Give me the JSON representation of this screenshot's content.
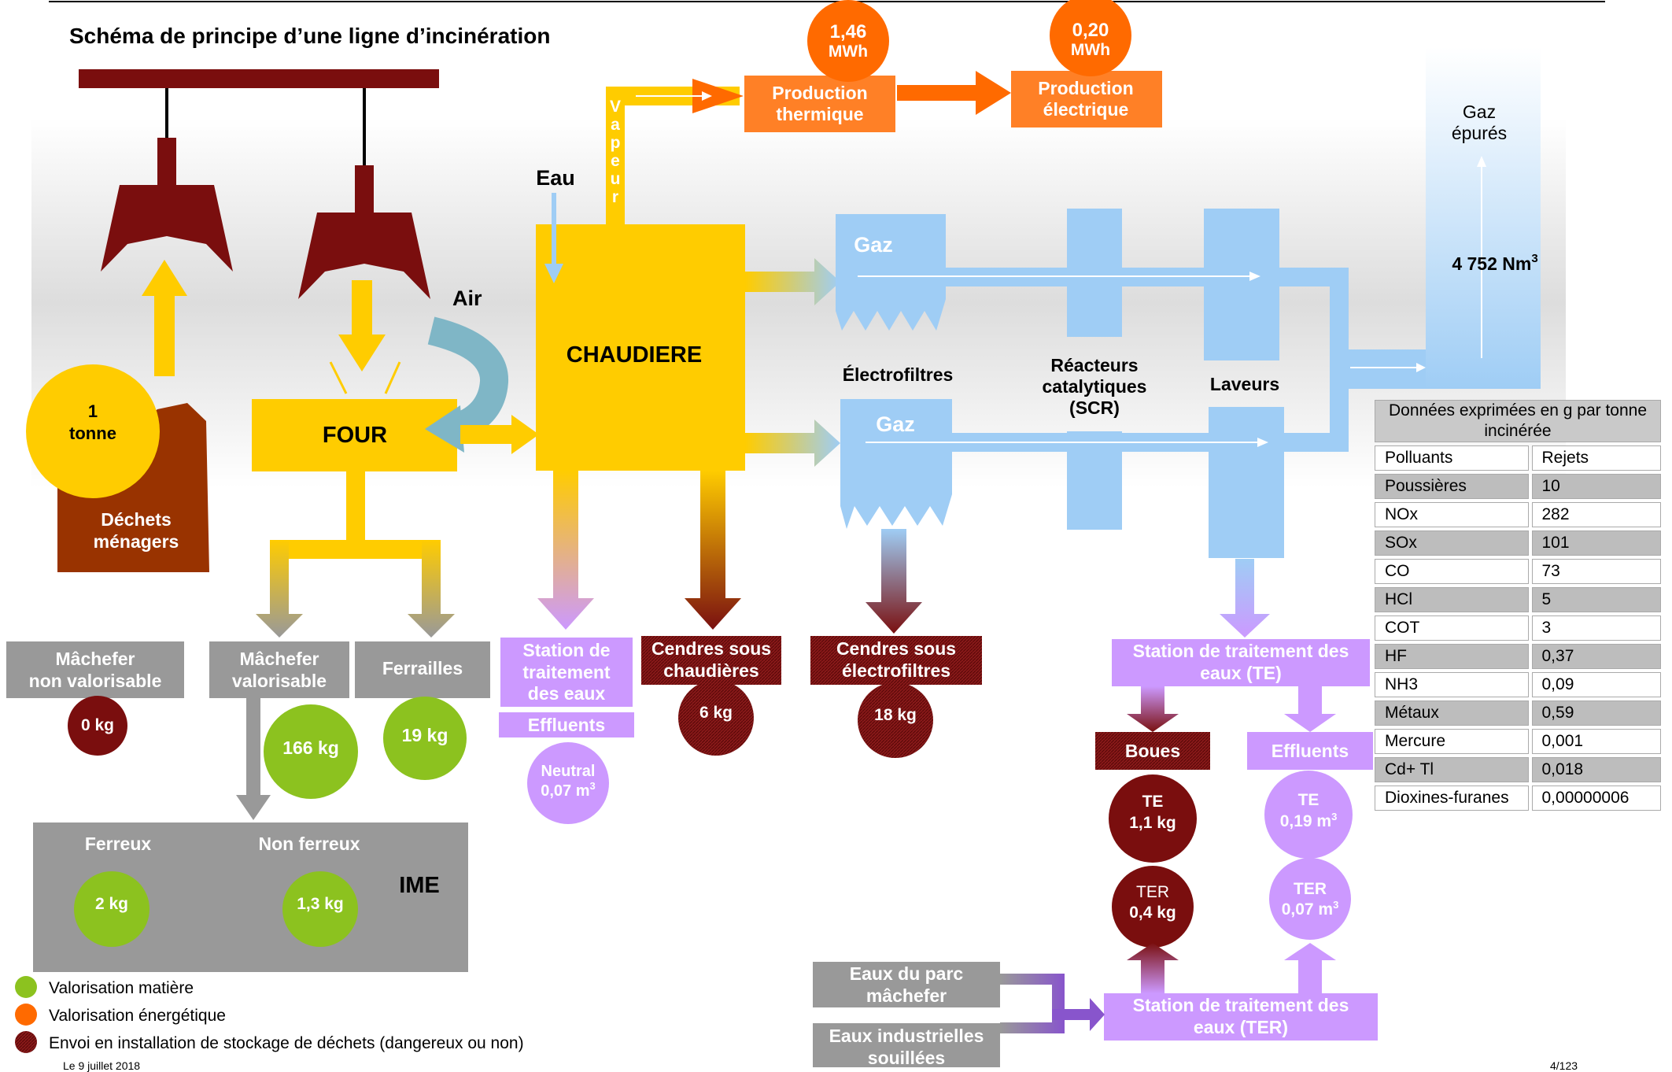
{
  "title": "Schéma de principe d’une ligne d’incinération",
  "input": {
    "qty": "1",
    "unit": "tonne",
    "waste": [
      "Déchets",
      "ménagers"
    ]
  },
  "four": "FOUR",
  "air": "Air",
  "eau": "Eau",
  "vapeur": [
    "V",
    "a",
    "p",
    "e",
    "u",
    "r"
  ],
  "chaudiere": "CHAUDIERE",
  "energy": {
    "thermal_value": "1,46",
    "thermal_unit": "MWh",
    "thermal_label": [
      "Production",
      "thermique"
    ],
    "electric_value": "0,20",
    "electric_unit": "MWh",
    "electric_label": [
      "Production",
      "électrique"
    ]
  },
  "gas": {
    "gaz_top": "Gaz",
    "gaz_bottom": "Gaz",
    "electrofiltres": "Électrofiltres",
    "reacteurs": [
      "Réacteurs",
      "catalytiques",
      "(SCR)"
    ],
    "laveurs": "Laveurs",
    "gaz_epures": [
      "Gaz",
      "épurés"
    ],
    "volume": "4 752 Nm",
    "volume_sup": "3"
  },
  "outputs": {
    "machefer_nv": {
      "label": [
        "Mâchefer",
        "non valorisable"
      ],
      "qty": "0 kg"
    },
    "machefer_v": {
      "label": [
        "Mâchefer",
        "valorisable"
      ],
      "qty": "166 kg"
    },
    "ferrailles": {
      "label": "Ferrailles",
      "qty": "19 kg"
    },
    "station_eaux": {
      "label": [
        "Station de",
        "traitement",
        "des eaux"
      ],
      "effluents": "Effluents",
      "neutral": "Neutral",
      "neutral_qty": "0,07 m",
      "sup": "3"
    },
    "cendres_chaud": {
      "label": [
        "Cendres sous",
        "chaudières"
      ],
      "qty": "6 kg"
    },
    "cendres_elec": {
      "label": [
        "Cendres sous",
        "électrofiltres"
      ],
      "qty": "18 kg"
    },
    "ime": {
      "label": "IME",
      "ferreux": "Ferreux",
      "ferreux_qty": "2 kg",
      "non_ferreux": "Non ferreux",
      "non_ferreux_qty": "1,3 kg"
    }
  },
  "te": {
    "station": [
      "Station de traitement des",
      "eaux (TE)"
    ],
    "boues": "Boues",
    "effluents": "Effluents",
    "te_boues": [
      "TE",
      "1,1 kg"
    ],
    "ter_boues": [
      "TER",
      "0,4 kg"
    ],
    "te_eff": [
      "TE",
      "0,19 m"
    ],
    "ter_eff": [
      "TER",
      "0,07 m"
    ],
    "sup": "3"
  },
  "ter": {
    "station": [
      "Station de traitement des",
      "eaux (TER)"
    ],
    "parc": [
      "Eaux du parc",
      "mâchefer"
    ],
    "indus": [
      "Eaux industrielles",
      "souillées"
    ]
  },
  "table": {
    "header": "Données exprimées en g par tonne incinérée",
    "col1": "Polluants",
    "col2": "Rejets",
    "rows": [
      [
        "Poussières",
        "10"
      ],
      [
        "NOx",
        "282"
      ],
      [
        "SOx",
        "101"
      ],
      [
        "CO",
        "73"
      ],
      [
        "HCl",
        "5"
      ],
      [
        "COT",
        "3"
      ],
      [
        "HF",
        "0,37"
      ],
      [
        "NH3",
        "0,09"
      ],
      [
        "Métaux",
        "0,59"
      ],
      [
        "Mercure",
        "0,001"
      ],
      [
        "Cd+ Tl",
        "0,018"
      ],
      [
        "Dioxines-furanes",
        "0,00000006"
      ]
    ]
  },
  "legend": [
    {
      "label": "Valorisation matière",
      "color": "#8cc21f"
    },
    {
      "label": "Valorisation énergétique",
      "color": "#ff6a00"
    },
    {
      "label": "Envoi en installation de stockage de déchets (dangereux ou non)",
      "color": "#7a1010"
    }
  ],
  "footer": {
    "date": "Le 9 juillet 2018",
    "page": "4/123"
  },
  "colors": {
    "yellow": "#ffcc00",
    "blue": "#9fcdf5",
    "purple": "#cc99ff",
    "maroon": "#7a0e0e",
    "green": "#8cc21f",
    "orange": "#ff6a00",
    "grey": "#999999",
    "brown": "#993300"
  }
}
